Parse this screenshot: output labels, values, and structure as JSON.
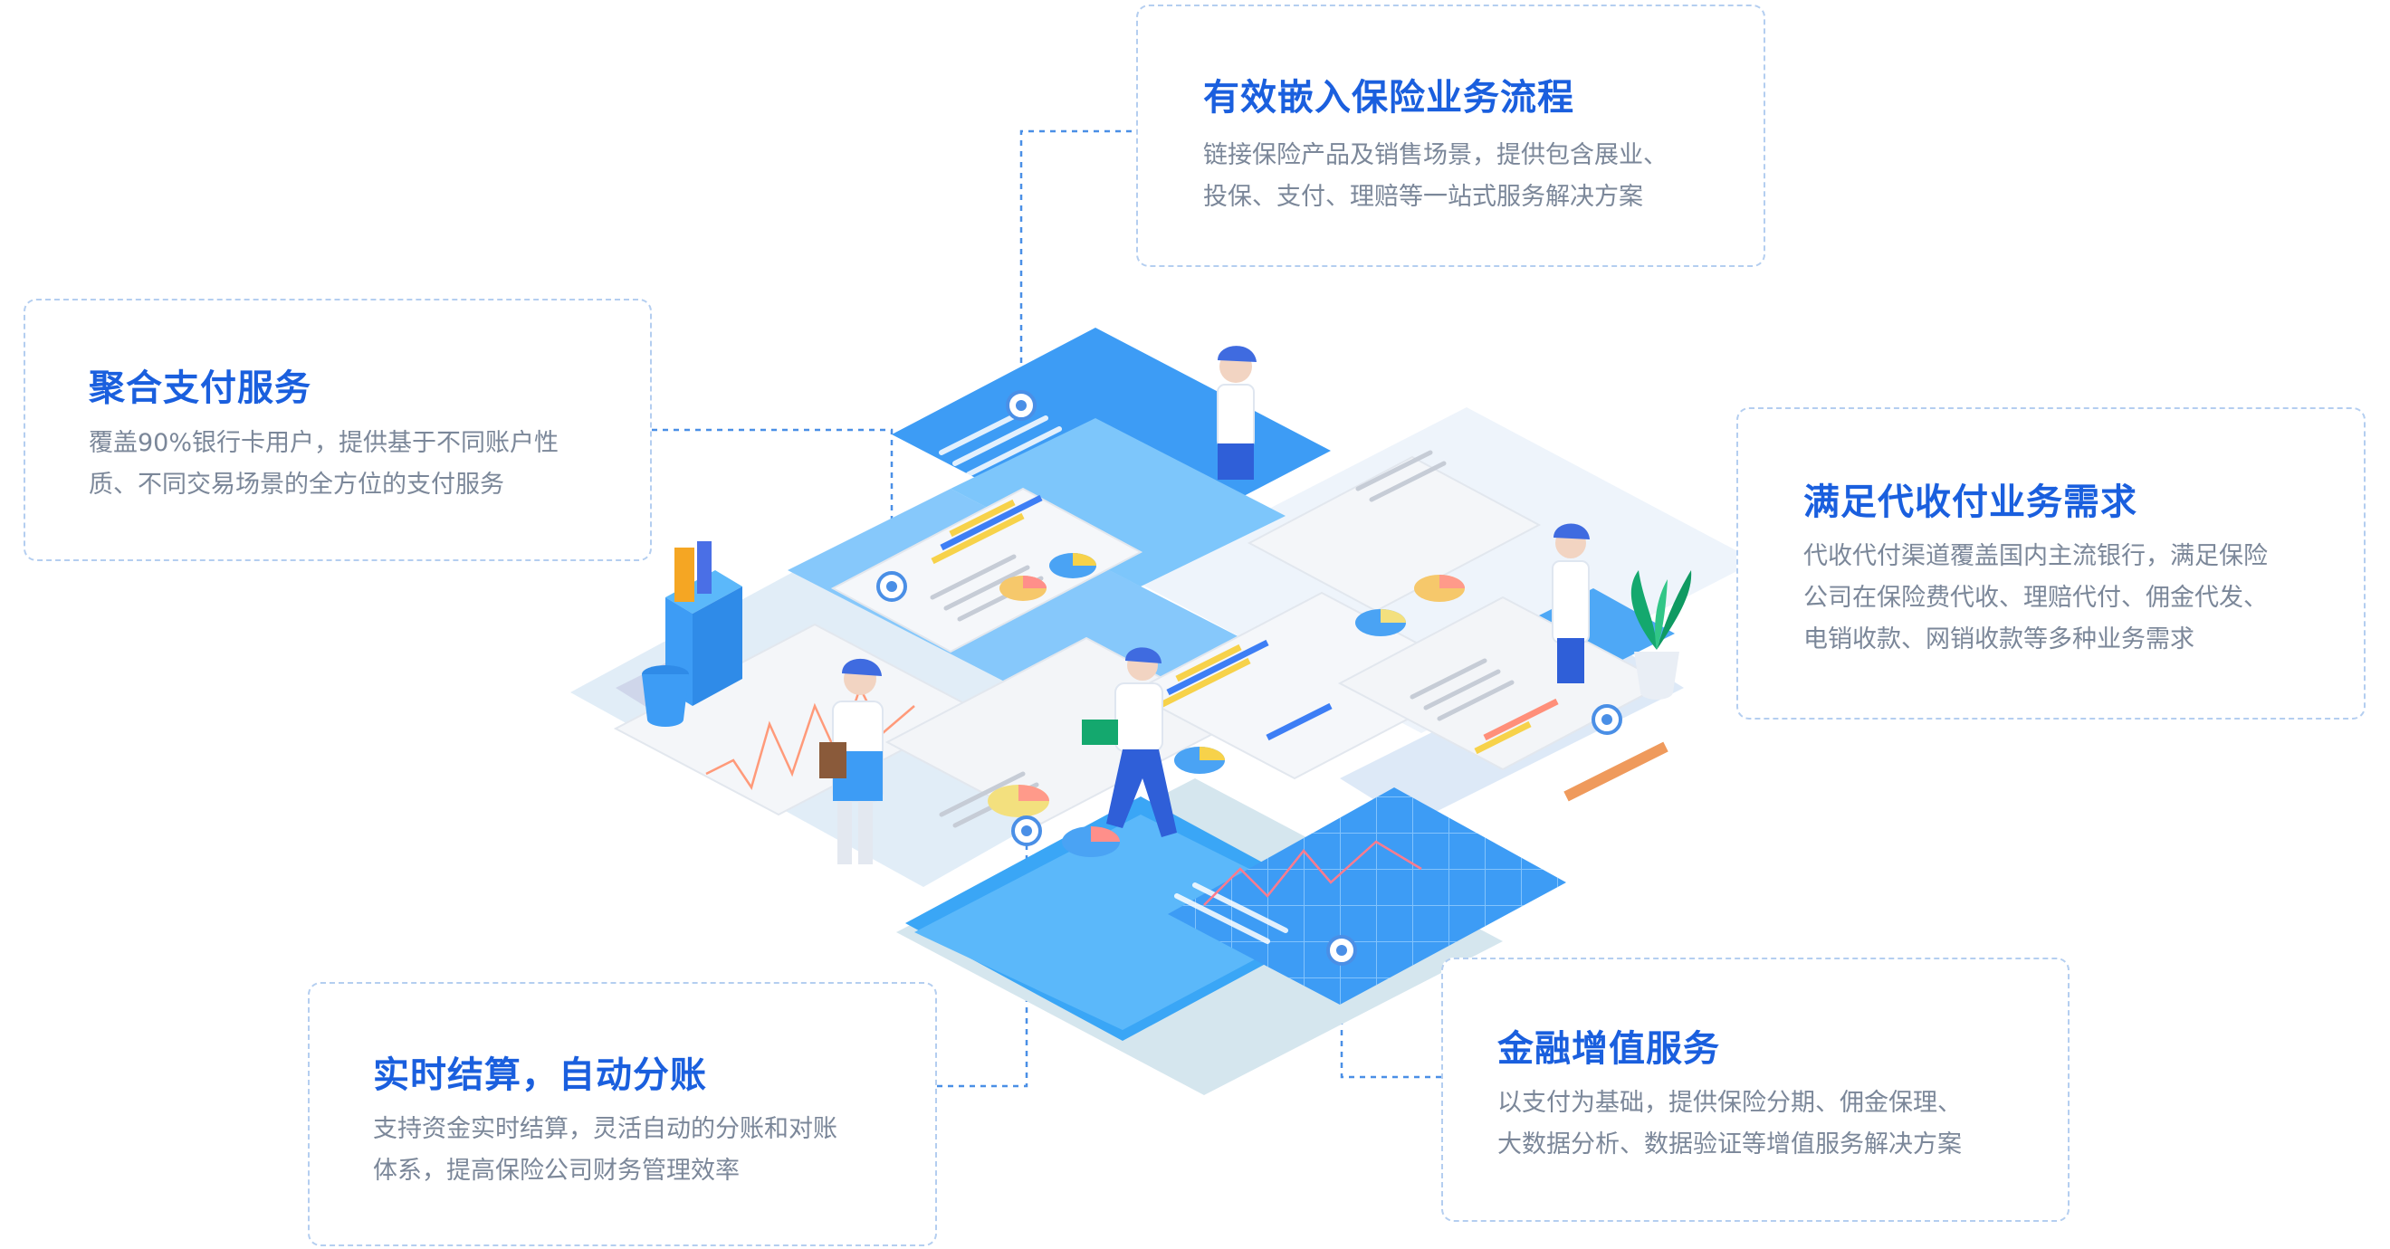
{
  "cards": {
    "insurance_flow": {
      "title": "有效嵌入保险业务流程",
      "lines": [
        "链接保险产品及销售场景，提供包含展业、",
        "投保、支付、理赔等一站式服务解决方案"
      ]
    },
    "aggregate_payment": {
      "title": "聚合支付服务",
      "lines": [
        "覆盖90%银行卡用户，提供基于不同账户性",
        "质、不同交易场景的全方位的支付服务"
      ]
    },
    "collection_payment": {
      "title": "满足代收付业务需求",
      "lines": [
        "代收代付渠道覆盖国内主流银行，满足保险",
        "公司在保险费代收、理赔代付、佣金代发、",
        "电销收款、网销收款等多种业务需求"
      ]
    },
    "realtime_settlement": {
      "title": "实时结算，自动分账",
      "lines": [
        "支持资金实时结算，灵活自动的分账和对账",
        "体系，提高保险公司财务管理效率"
      ]
    },
    "financial_value": {
      "title": "金融增值服务",
      "lines": [
        "以支付为基础，提供保险分期、佣金保理、",
        "大数据分析、数据验证等增值服务解决方案"
      ]
    }
  },
  "colors": {
    "title_blue": "#1a5fde",
    "body_gray": "#7b8799",
    "card_border": "#b4cef0",
    "tile_blue": "#3d9cf5",
    "tile_light": "#86c8fb",
    "connector": "#4a8fe6"
  },
  "icons": [
    "isometric-platform-illustration",
    "person-figure",
    "plant-pot",
    "cabinet",
    "pie-chart",
    "bar-chart",
    "line-chart",
    "document",
    "connector-node"
  ]
}
